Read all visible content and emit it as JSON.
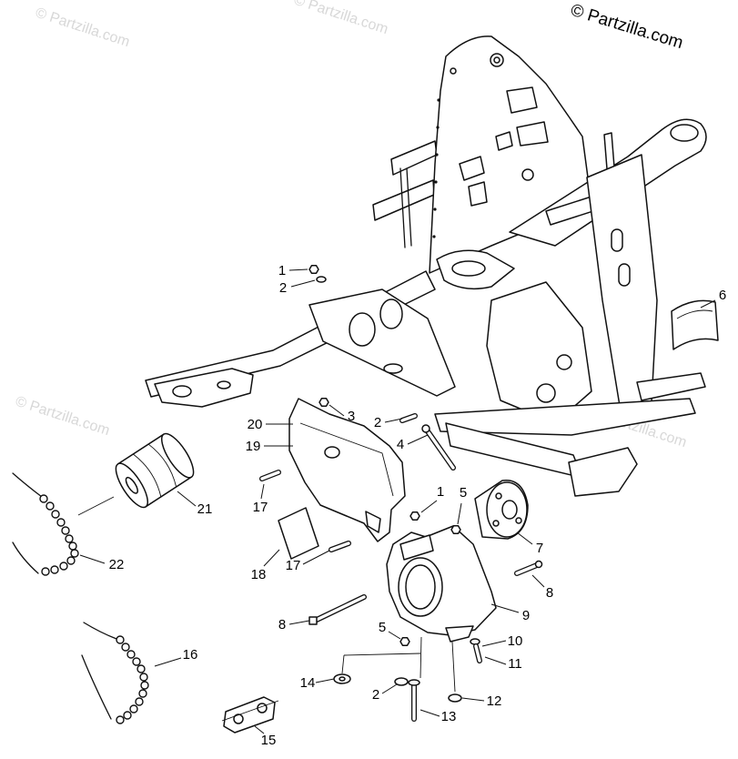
{
  "copyright": "© Partzilla.com",
  "watermarks": [
    "© Partzilla.com",
    "© Partzilla.com",
    "© Partzilla.com",
    "© Partzilla.com"
  ],
  "callouts": [
    "1",
    "2",
    "6",
    "3",
    "2",
    "20",
    "19",
    "4",
    "21",
    "17",
    "1",
    "5",
    "22",
    "7",
    "18",
    "17",
    "8",
    "8",
    "9",
    "5",
    "10",
    "16",
    "11",
    "14",
    "2",
    "12",
    "13",
    "15"
  ]
}
